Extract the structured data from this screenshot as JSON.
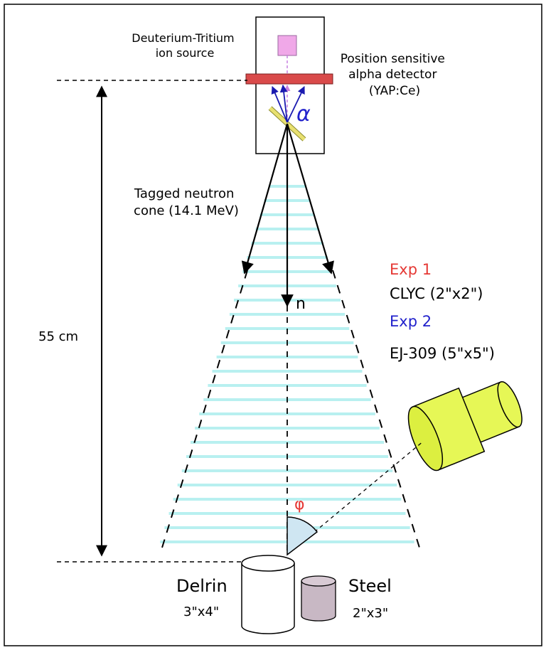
{
  "labels": {
    "source": [
      "Deuterium-Tritium",
      "ion source"
    ],
    "detector": [
      "Position sensitive",
      "alpha detector",
      "(YAP:Ce)"
    ],
    "alpha_symbol": "α",
    "cone": [
      "Tagged neutron",
      "cone (14.1 MeV)"
    ],
    "neutron_symbol": "n",
    "distance": "55 cm",
    "angle_symbol": "φ",
    "exp1_title": "Exp 1",
    "exp1_detector": "CLYC (2\"x2\")",
    "exp2_title": "Exp 2",
    "exp2_detector": "EJ-309  (5\"x5\")",
    "target1_name": "Delrin",
    "target1_size": "3\"x4\"",
    "target2_name": "Steel",
    "target2_size": "2\"x3\""
  },
  "colors": {
    "exp1": "#e53935",
    "exp2": "#2222cc",
    "angle_symbol": "#e53935",
    "alpha": "#2222cc",
    "detector_strip": "#d94a4a",
    "ion_source": "#f0a8e8",
    "converter_foil": "#e8e070",
    "scintillator": "#e6f756",
    "cone_stripes": "#b8f0f0",
    "angle_sector": "#cfe6f2",
    "steel": "#c8b8c4"
  }
}
